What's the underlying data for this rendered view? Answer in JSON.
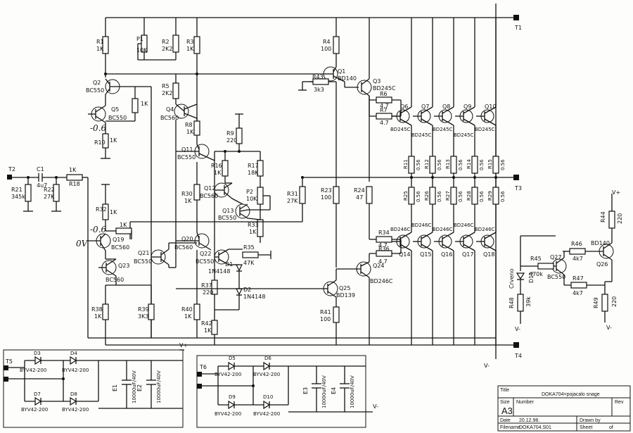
{
  "terminals": {
    "T1": "T1",
    "T2": "T2",
    "T3": "T3",
    "T4": "T4",
    "T5": "T5",
    "T6": "T6"
  },
  "rails": {
    "vplus": "V+",
    "vminus": "V-"
  },
  "resistors": {
    "R1": {
      "ref": "R1",
      "val": "1K"
    },
    "P1": {
      "ref": "P1",
      "val": "10K"
    },
    "R2": {
      "ref": "R2",
      "val": "2K2"
    },
    "R3": {
      "ref": "R3",
      "val": "1K"
    },
    "R4": {
      "ref": "R4",
      "val": "100"
    },
    "R5": {
      "ref": "R5",
      "val": "2K2"
    },
    "R6": {
      "ref": "R6",
      "val": "4.7"
    },
    "R7": {
      "ref": "R7",
      "val": "4.7"
    },
    "R8": {
      "ref": "R8",
      "val": "1K"
    },
    "R9": {
      "ref": "R9",
      "val": "220"
    },
    "R10": {
      "ref": "R10",
      "val": "1K"
    },
    "RQ5": {
      "ref": "",
      "val": "1K"
    },
    "R16": {
      "ref": "R16",
      "val": "1K"
    },
    "R17": {
      "ref": "R17",
      "val": "18K"
    },
    "R18": {
      "ref": "R18",
      "val": "1K"
    },
    "R21": {
      "ref": "R21",
      "val": "345k"
    },
    "R22": {
      "ref": "R22",
      "val": "27K"
    },
    "R23": {
      "ref": "R23",
      "val": "100"
    },
    "R24": {
      "ref": "R24",
      "val": "47"
    },
    "R30": {
      "ref": "R30",
      "val": "1K"
    },
    "R31": {
      "ref": "R31",
      "val": "27K"
    },
    "P2": {
      "ref": "P2",
      "val": "10K"
    },
    "R32": {
      "ref": "R32",
      "val": "1K"
    },
    "RQ19": {
      "ref": "",
      "val": "1K"
    },
    "R33": {
      "ref": "R33",
      "val": "1K"
    },
    "R34": {
      "ref": "R34",
      "val": "4.7"
    },
    "R35": {
      "ref": "R35",
      "val": "47K"
    },
    "R36": {
      "ref": "R36",
      "val": "4.7"
    },
    "R37": {
      "ref": "R37",
      "val": "220"
    },
    "R38": {
      "ref": "R38",
      "val": "1K"
    },
    "R39": {
      "ref": "R39",
      "val": "3K3"
    },
    "R40": {
      "ref": "R40",
      "val": "1K"
    },
    "R41": {
      "ref": "R41",
      "val": "100"
    },
    "R42": {
      "ref": "R42",
      "val": "1K"
    },
    "R43": {
      "ref": "R43",
      "val": "3k3"
    },
    "R44": {
      "ref": "R44",
      "val": "220"
    },
    "R45": {
      "ref": "R45",
      "val": "470k"
    },
    "R46": {
      "ref": "R46",
      "val": "4k7"
    },
    "R47": {
      "ref": "R47",
      "val": "4k7"
    },
    "R48": {
      "ref": "R48",
      "val": "39k"
    },
    "R49": {
      "ref": "R49",
      "val": "220"
    }
  },
  "emitter_resistors_top": [
    {
      "ref": "R11",
      "val": "0.56"
    },
    {
      "ref": "R12",
      "val": "0.56"
    },
    {
      "ref": "R13",
      "val": "0.56"
    },
    {
      "ref": "R14",
      "val": "0.56"
    },
    {
      "ref": "R15",
      "val": "0.56"
    }
  ],
  "emitter_resistors_bottom": [
    {
      "ref": "R25",
      "val": "0.56"
    },
    {
      "ref": "R26",
      "val": "0.56"
    },
    {
      "ref": "R27",
      "val": "0.56"
    },
    {
      "ref": "R28",
      "val": "0.56"
    },
    {
      "ref": "R29",
      "val": "0.56"
    }
  ],
  "transistors": {
    "Q1": {
      "ref": "Q1",
      "type": "BD140"
    },
    "Q2": {
      "ref": "Q2",
      "type": "BC550"
    },
    "Q3": {
      "ref": "Q3",
      "type": "BD245C"
    },
    "Q4": {
      "ref": "Q4",
      "type": "BC560"
    },
    "Q5": {
      "ref": "Q5",
      "type": "BC550"
    },
    "Q11": {
      "ref": "Q11",
      "type": "BC550"
    },
    "Q12": {
      "ref": "Q12",
      "type": "BC560"
    },
    "Q13": {
      "ref": "Q13",
      "type": "BC550"
    },
    "Q19": {
      "ref": "Q19",
      "type": "BC560"
    },
    "Q20": {
      "ref": "Q20",
      "type": "BC560"
    },
    "Q21": {
      "ref": "Q21",
      "type": "BC550"
    },
    "Q22": {
      "ref": "Q22",
      "type": "BC550"
    },
    "Q23": {
      "ref": "Q23",
      "type": "BC560"
    },
    "Q24": {
      "ref": "Q24",
      "type": "BD246C"
    },
    "Q25": {
      "ref": "Q25",
      "type": "BD139"
    },
    "Q26": {
      "ref": "Q26",
      "type": "BD140"
    },
    "Q27": {
      "ref": "Q27",
      "type": "BC550"
    }
  },
  "output_top": [
    {
      "ref": "Q6",
      "type": "BD245C"
    },
    {
      "ref": "Q7",
      "type": "BD245C"
    },
    {
      "ref": "Q8",
      "type": "BD245C"
    },
    {
      "ref": "Q9",
      "type": "BD245C"
    },
    {
      "ref": "Q10",
      "type": "BD245C"
    }
  ],
  "output_bottom": [
    {
      "ref": "Q14",
      "type": "BD246C"
    },
    {
      "ref": "Q15",
      "type": "BD246C"
    },
    {
      "ref": "Q16",
      "type": "BD246C"
    },
    {
      "ref": "Q17",
      "type": "BD246C"
    },
    {
      "ref": "Q18",
      "type": "BD246C"
    }
  ],
  "diodes": {
    "D1": {
      "ref": "D1",
      "type": "1N4148"
    },
    "D2": {
      "ref": "D2",
      "type": "1N4148"
    },
    "D11": {
      "ref": "D11",
      "type": "Crveno"
    }
  },
  "caps": {
    "C1": {
      "ref": "C1",
      "val": "4u7"
    },
    "E1": {
      "ref": "E1",
      "val": "10000uF/40V"
    },
    "E2": {
      "ref": "E2",
      "val": "10000uF/40V"
    },
    "E3": {
      "ref": "E3",
      "val": "10000uF/40V"
    },
    "E4": {
      "ref": "E4",
      "val": "10000uF/40V"
    }
  },
  "rectifiers": [
    {
      "ref": "D3",
      "type": "BYV42-200"
    },
    {
      "ref": "D4",
      "type": "BYV42-200"
    },
    {
      "ref": "D7",
      "type": "BYV42-200"
    },
    {
      "ref": "D8",
      "type": "BYV42-200"
    },
    {
      "ref": "D5",
      "type": "BYV42-200"
    },
    {
      "ref": "D6",
      "type": "BYV42-200"
    },
    {
      "ref": "D9",
      "type": "BYV42-200"
    },
    {
      "ref": "D10",
      "type": "BYV42-200"
    }
  ],
  "handwritten": {
    "n1": "-0.6",
    "n2": "0V",
    "n3": "-0.6"
  },
  "title_block": {
    "title_label": "Title",
    "title_value": "DOKA704=pojacalo snage",
    "size_label": "Size",
    "size_value": "A3",
    "number_label": "Number",
    "rev_label": "Rev",
    "date_label": "Date",
    "date_value": "20.12.98.",
    "drawn_label": "Drawn by",
    "filename_label": "Filename",
    "filename_value": "DOKA704.S01",
    "sheet_label": "Sheet",
    "of_label": "of"
  },
  "colors": {
    "ink": "#111111",
    "paper": "#fdfdfb"
  }
}
